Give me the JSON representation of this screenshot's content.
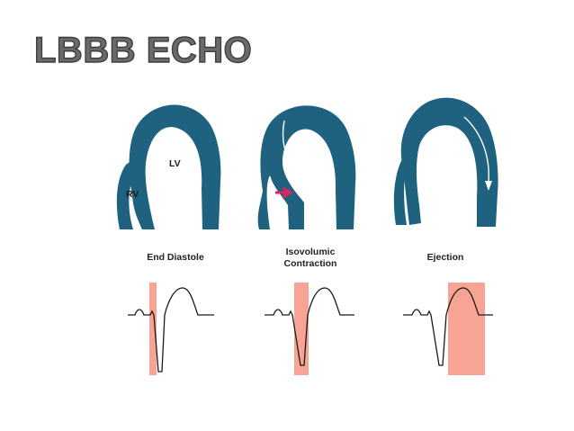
{
  "slide": {
    "title": "LBBB ECHO"
  },
  "colors": {
    "myocardium": "#1f627f",
    "arrow_line": "#ffffff",
    "pointer_arrow": "#e0245e",
    "highlight": "#f7a494",
    "trace": "#1a1a1a"
  },
  "panels": [
    {
      "phase": "End Diastole",
      "chamber_labels": {
        "lv": "LV",
        "rv": "RV"
      },
      "highlight_window": "pre-QRS"
    },
    {
      "phase": "Isovolumic\nContraction",
      "septal_motion_arrow": "septum-downward",
      "pointer": "red-arrow-to-septum",
      "highlight_window": "QRS"
    },
    {
      "phase": "Ejection",
      "septal_motion_arrow": "lateral-wall-downward",
      "highlight_window": "ST-T"
    }
  ]
}
